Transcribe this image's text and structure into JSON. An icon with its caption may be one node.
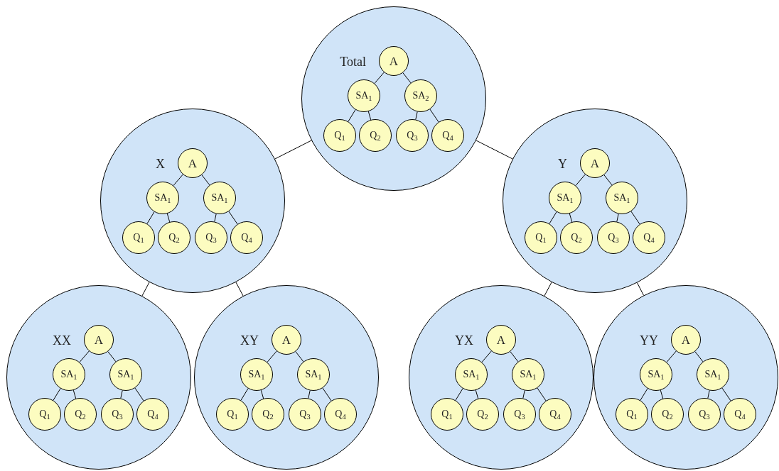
{
  "diagram": {
    "nodes": [
      {
        "text": [
          "Total"
        ]
      },
      {
        "text": [
          "A"
        ],
        "in": 0
      },
      {
        "text": [
          "SA$_{1}$"
        ],
        "in": 0
      },
      {
        "text": [
          "SA$_{2}$"
        ],
        "in": 0
      },
      {
        "text": [
          "Q$_{1}$"
        ],
        "in": 0
      },
      {
        "text": [
          "Q$_{2}$"
        ],
        "in": 0
      },
      {
        "text": [
          "Q$_{3}$"
        ],
        "in": 0
      },
      {
        "text": [
          "Q$_{4}$"
        ],
        "in": 0
      },
      {
        "text": [
          "X"
        ]
      },
      {
        "text": [
          "A"
        ],
        "in": 8
      },
      {
        "text": [
          "SA$_{1}$"
        ],
        "in": 8
      },
      {
        "text": [
          "SA$_{1}$"
        ],
        "in": 8
      },
      {
        "text": [
          "Q$_{1}$"
        ],
        "in": 8
      },
      {
        "text": [
          "Q$_{2}$"
        ],
        "in": 8
      },
      {
        "text": [
          "Q$_{3}$"
        ],
        "in": 8
      },
      {
        "text": [
          "Q$_{4}$"
        ],
        "in": 8
      },
      {
        "text": [
          "Y"
        ]
      },
      {
        "text": [
          "A"
        ],
        "in": 16
      },
      {
        "text": [
          "SA$_{1}$"
        ],
        "in": 16
      },
      {
        "text": [
          "SA$_{1}$"
        ],
        "in": 16
      },
      {
        "text": [
          "Q$_{1}$"
        ],
        "in": 16
      },
      {
        "text": [
          "Q$_{2}$"
        ],
        "in": 16
      },
      {
        "text": [
          "Q$_{3}$"
        ],
        "in": 16
      },
      {
        "text": [
          "Q$_{4}$"
        ],
        "in": 16
      },
      {
        "text": [
          "XX"
        ]
      },
      {
        "text": [
          "A"
        ],
        "in": 24
      },
      {
        "text": [
          "SA$_{1}$"
        ],
        "in": 24
      },
      {
        "text": [
          "SA$_{1}$"
        ],
        "in": 24
      },
      {
        "text": [
          "Q$_{1}$"
        ],
        "in": 24
      },
      {
        "text": [
          "Q$_{2}$"
        ],
        "in": 24
      },
      {
        "text": [
          "Q$_{3}$"
        ],
        "in": 24
      },
      {
        "text": [
          "Q$_{4}$"
        ],
        "in": 24
      },
      {
        "text": [
          "XY"
        ]
      },
      {
        "text": [
          "A"
        ],
        "in": 32
      },
      {
        "text": [
          "SA$_{1}$"
        ],
        "in": 32
      },
      {
        "text": [
          "SA$_{1}$"
        ],
        "in": 32
      },
      {
        "text": [
          "Q$_{1}$"
        ],
        "in": 32
      },
      {
        "text": [
          "Q$_{2}$"
        ],
        "in": 32
      },
      {
        "text": [
          "Q$_{3}$"
        ],
        "in": 32
      },
      {
        "text": [
          "Q$_{4}$"
        ],
        "in": 32
      },
      {
        "text": [
          "YX"
        ]
      },
      {
        "text": [
          "A"
        ],
        "in": 40
      },
      {
        "text": [
          "SA$_{1}$"
        ],
        "in": 40
      },
      {
        "text": [
          "SA$_{1}$"
        ],
        "in": 40
      },
      {
        "text": [
          "Q$_{1}$"
        ],
        "in": 40
      },
      {
        "text": [
          "Q$_{2}$"
        ],
        "in": 40
      },
      {
        "text": [
          "Q$_{3}$"
        ],
        "in": 40
      },
      {
        "text": [
          "Q$_{4}$"
        ],
        "in": 40
      },
      {
        "text": [
          "YY"
        ]
      },
      {
        "text": [
          "A"
        ],
        "in": 48
      },
      {
        "text": [
          "SA$_{1}$"
        ],
        "in": 48
      },
      {
        "text": [
          "SA$_{1}$"
        ],
        "in": 48
      },
      {
        "text": [
          "Q$_{1}$"
        ],
        "in": 48
      },
      {
        "text": [
          "Q$_{2}$"
        ],
        "in": 48
      },
      {
        "text": [
          "Q$_{3}$"
        ],
        "in": 48
      },
      {
        "text": [
          "Q$_{4}$"
        ],
        "in": 48
      }
    ],
    "edges": [
      {
        "from": 0,
        "to": 8,
        "arrow": "none"
      },
      {
        "from": 0,
        "to": 16,
        "arrow": "none"
      },
      {
        "from": 8,
        "to": 24,
        "arrow": "none"
      },
      {
        "from": 8,
        "to": 32,
        "arrow": "none"
      },
      {
        "from": 16,
        "to": 40,
        "arrow": "none"
      },
      {
        "from": 16,
        "to": 48,
        "arrow": "none"
      },
      {
        "from": 1,
        "to": 2,
        "arrow": "none"
      },
      {
        "from": 1,
        "to": 3,
        "arrow": "none"
      },
      {
        "from": 2,
        "to": 4,
        "arrow": "none"
      },
      {
        "from": 2,
        "to": 5,
        "arrow": "none"
      },
      {
        "from": 3,
        "to": 6,
        "arrow": "none"
      },
      {
        "from": 3,
        "to": 7,
        "arrow": "none"
      },
      {
        "from": 9,
        "to": 10,
        "arrow": "none"
      },
      {
        "from": 9,
        "to": 11,
        "arrow": "none"
      },
      {
        "from": 10,
        "to": 12,
        "arrow": "none"
      },
      {
        "from": 10,
        "to": 13,
        "arrow": "none"
      },
      {
        "from": 11,
        "to": 14,
        "arrow": "none"
      },
      {
        "from": 11,
        "to": 15,
        "arrow": "none"
      },
      {
        "from": 17,
        "to": 18,
        "arrow": "none"
      },
      {
        "from": 17,
        "to": 19,
        "arrow": "none"
      },
      {
        "from": 18,
        "to": 20,
        "arrow": "none"
      },
      {
        "from": 18,
        "to": 21,
        "arrow": "none"
      },
      {
        "from": 19,
        "to": 22,
        "arrow": "none"
      },
      {
        "from": 19,
        "to": 23,
        "arrow": "none"
      },
      {
        "from": 25,
        "to": 26,
        "arrow": "none"
      },
      {
        "from": 25,
        "to": 27,
        "arrow": "none"
      },
      {
        "from": 26,
        "to": 28,
        "arrow": "none"
      },
      {
        "from": 26,
        "to": 29,
        "arrow": "none"
      },
      {
        "from": 27,
        "to": 30,
        "arrow": "none"
      },
      {
        "from": 27,
        "to": 31,
        "arrow": "none"
      },
      {
        "from": 33,
        "to": 34,
        "arrow": "none"
      },
      {
        "from": 33,
        "to": 35,
        "arrow": "none"
      },
      {
        "from": 34,
        "to": 36,
        "arrow": "none"
      },
      {
        "from": 34,
        "to": 37,
        "arrow": "none"
      },
      {
        "from": 35,
        "to": 38,
        "arrow": "none"
      },
      {
        "from": 35,
        "to": 39,
        "arrow": "none"
      },
      {
        "from": 41,
        "to": 42,
        "arrow": "none"
      },
      {
        "from": 41,
        "to": 43,
        "arrow": "none"
      },
      {
        "from": 42,
        "to": 44,
        "arrow": "none"
      },
      {
        "from": 42,
        "to": 45,
        "arrow": "none"
      },
      {
        "from": 43,
        "to": 46,
        "arrow": "none"
      },
      {
        "from": 43,
        "to": 47,
        "arrow": "none"
      },
      {
        "from": 49,
        "to": 50,
        "arrow": "none"
      },
      {
        "from": 49,
        "to": 51,
        "arrow": "none"
      },
      {
        "from": 50,
        "to": 52,
        "arrow": "none"
      },
      {
        "from": 50,
        "to": 53,
        "arrow": "none"
      },
      {
        "from": 51,
        "to": 54,
        "arrow": "none"
      },
      {
        "from": 51,
        "to": 55,
        "arrow": "none"
      }
    ]
  }
}
